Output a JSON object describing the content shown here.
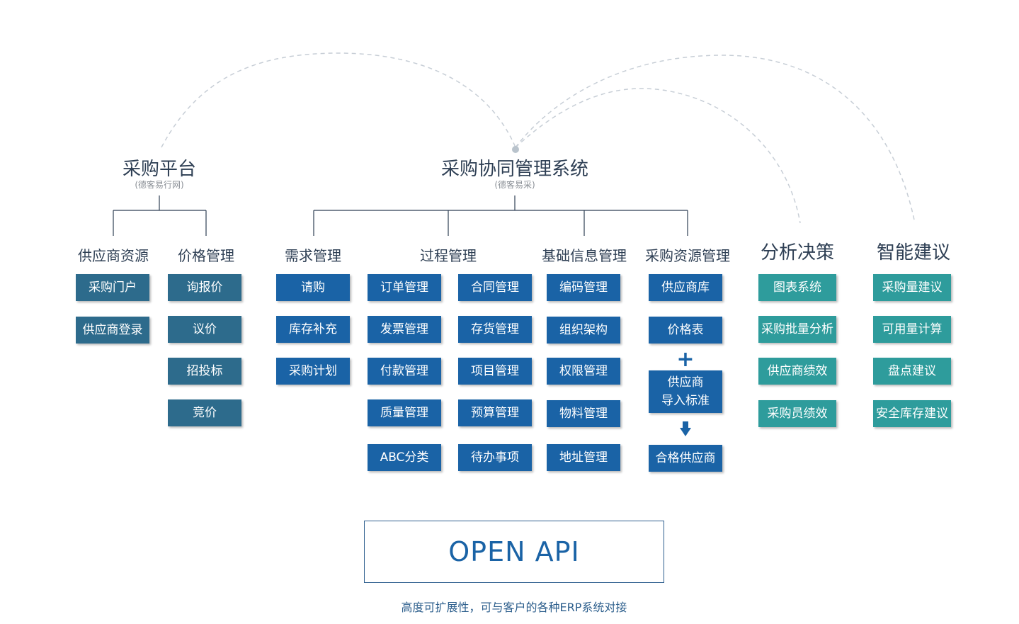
{
  "platform": {
    "title": "采购平台",
    "subtitle": "(德客易行网)",
    "groups": [
      {
        "title": "供应商资源",
        "items": [
          "采购门户",
          "供应商登录"
        ]
      },
      {
        "title": "价格管理",
        "items": [
          "询报价",
          "议价",
          "招投标",
          "竞价"
        ]
      }
    ]
  },
  "collab": {
    "title": "采购协同管理系统",
    "subtitle": "(德客易采)",
    "groups": [
      {
        "title": "需求管理",
        "items": [
          "请购",
          "库存补充",
          "采购计划"
        ]
      },
      {
        "title": "过程管理",
        "col1": [
          "订单管理",
          "发票管理",
          "付款管理",
          "质量管理",
          "ABC分类"
        ],
        "col2": [
          "合同管理",
          "存货管理",
          "项目管理",
          "预算管理",
          "待办事项"
        ]
      },
      {
        "title": "基础信息管理",
        "items": [
          "编码管理",
          "组织架构",
          "权限管理",
          "物料管理",
          "地址管理"
        ]
      },
      {
        "title": "采购资源管理",
        "items": [
          "供应商库",
          "价格表"
        ],
        "plus": "+",
        "import": "供应商\n导入标准",
        "result": "合格供应商"
      }
    ]
  },
  "analysis": {
    "title": "分析决策",
    "items": [
      "图表系统",
      "采购批量分析",
      "供应商绩效",
      "采购员绩效"
    ]
  },
  "smart": {
    "title": "智能建议",
    "items": [
      "采购量建议",
      "可用量计算",
      "盘点建议",
      "安全库存建议"
    ]
  },
  "api": {
    "label": "OPEN API",
    "note": "高度可扩展性，可与客户的各种ERP系统对接"
  },
  "colors": {
    "slate": "#2d6b8c",
    "blue": "#1a63a6",
    "teal": "#2e9c9c",
    "line": "#2e3f54",
    "dash": "#c7ced6"
  }
}
